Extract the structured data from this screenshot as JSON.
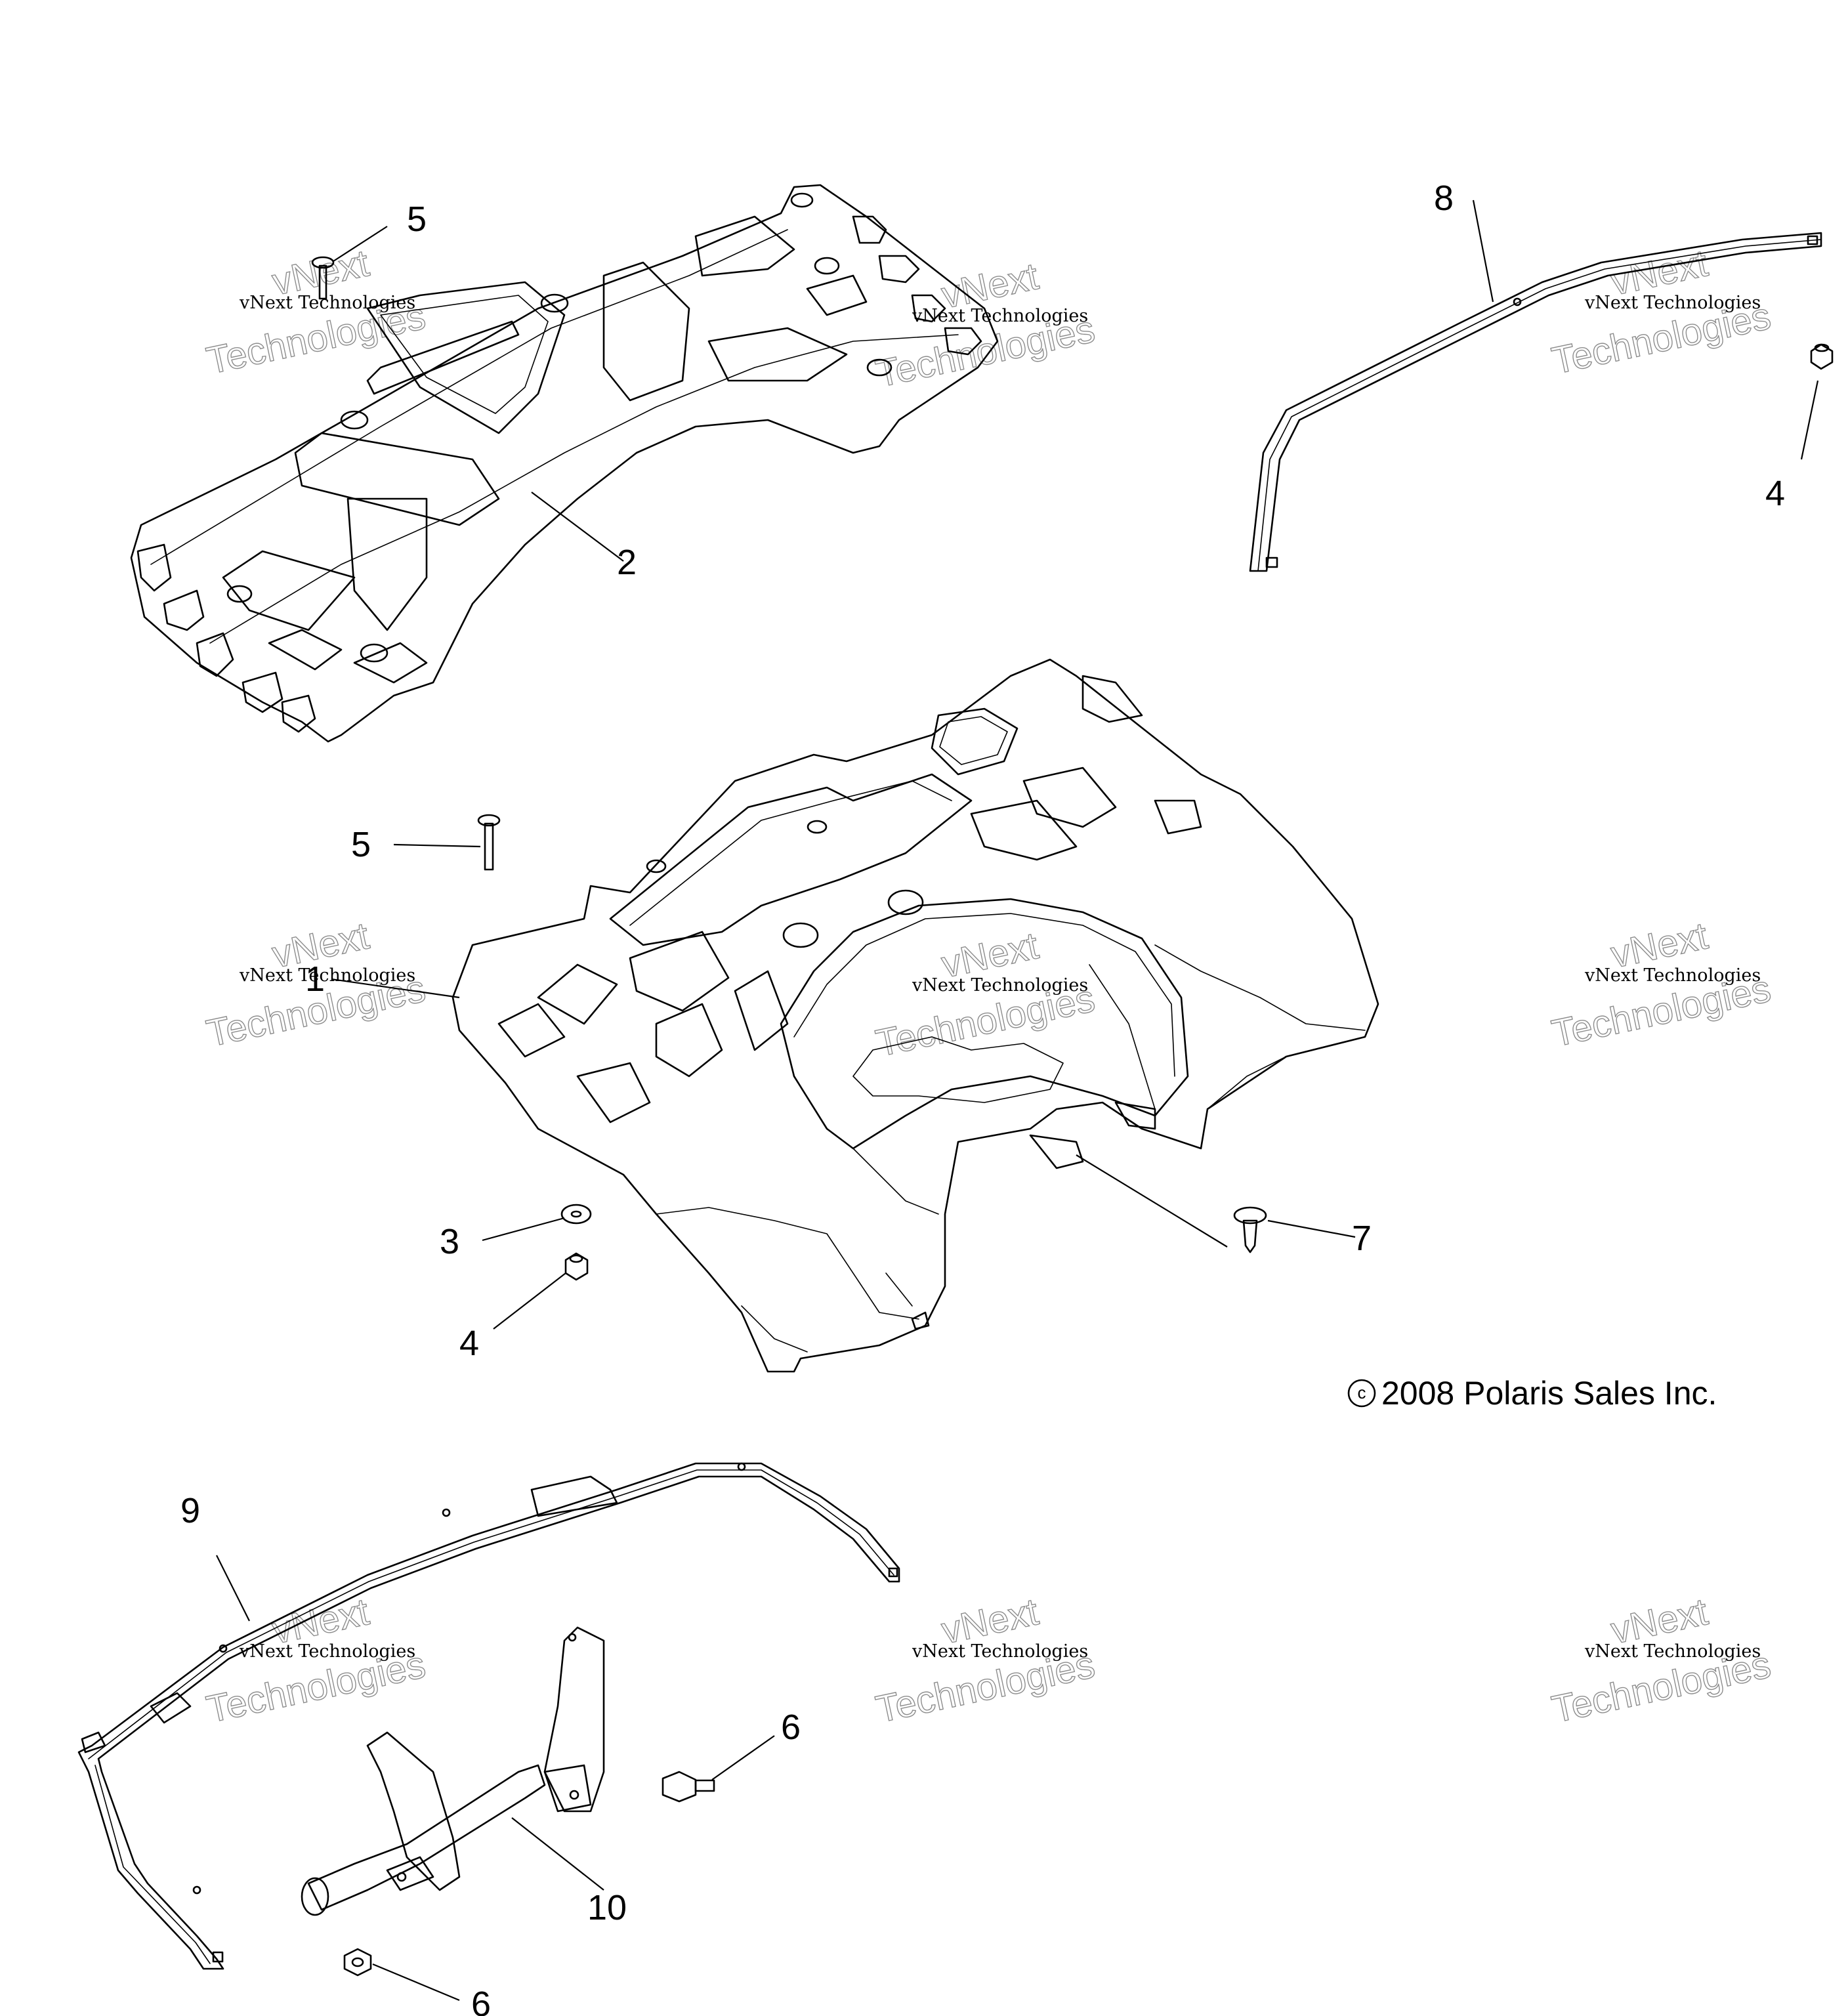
{
  "callouts": {
    "c1": "1",
    "c2": "2",
    "c3": "3",
    "c4a": "4",
    "c4b": "4",
    "c5a": "5",
    "c5b": "5",
    "c6a": "6",
    "c6b": "6",
    "c7": "7",
    "c8": "8",
    "c9": "9",
    "c10": "10"
  },
  "copyright": "2008 Polaris Sales Inc.",
  "copyright_symbol": "c",
  "watermark": {
    "line1": "vNext Technologies",
    "line2_a": "vNext",
    "line2_b": "Technologies"
  }
}
